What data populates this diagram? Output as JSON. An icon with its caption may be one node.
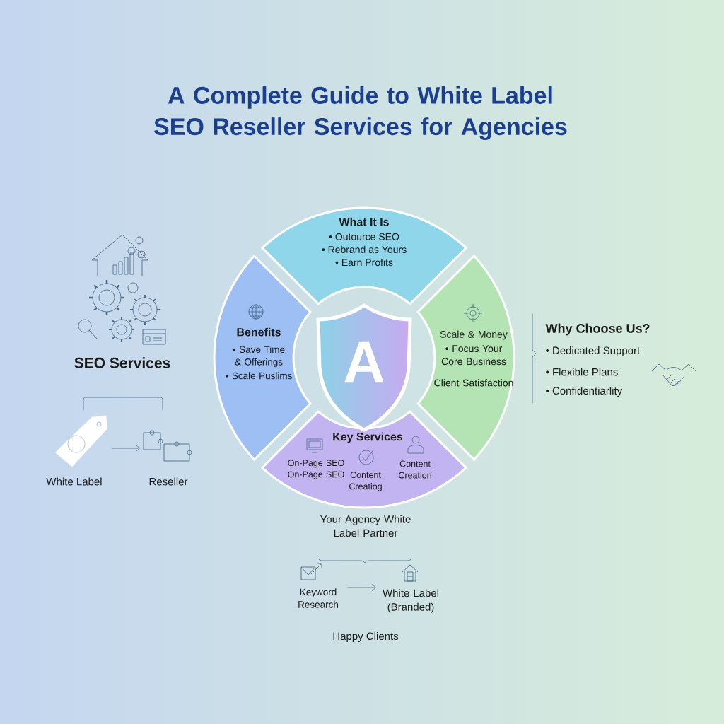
{
  "diagram": {
    "title": "A Complete Guide to White Label SEO Reseller Services for Agencies",
    "nodes": [
      {
        "text": [
          "What It Is",
          "• Outource SEO",
          "• Rebrand as Yours",
          "• Earn Profits"
        ]
      },
      {
        "text": [
          "Benefits",
          "• Save Time & Offerings",
          "• Scale Puslims"
        ]
      },
      {
        "text": [
          "Scale & Money",
          "• Focus Your Core Business",
          "Client Satisfaction"
        ]
      },
      {
        "text": [
          "Key Services",
          "On-Page SEO On-Page SEO",
          "Content Creatiog",
          "Content Creation"
        ]
      },
      {
        "text": [
          "A"
        ]
      },
      {
        "text": [
          "White Label"
        ]
      },
      {
        "text": [
          "Reseller"
        ]
      },
      {
        "text": [
          "Keyword Research"
        ]
      },
      {
        "text": [
          "White Label (Branded)"
        ]
      }
    ],
    "edges": [
      {
        "from": 5,
        "to": 6,
        "arrow": "to"
      },
      {
        "from": 7,
        "to": 8,
        "arrow": "to"
      }
    ],
    "labels": [
      "SEO Services",
      "Why Choose Us?",
      "• Dedicated Support",
      "• Flexible Plans",
      "• Confidentiarlity",
      "Your Agency White Label Partner",
      "Happy Clients"
    ]
  }
}
